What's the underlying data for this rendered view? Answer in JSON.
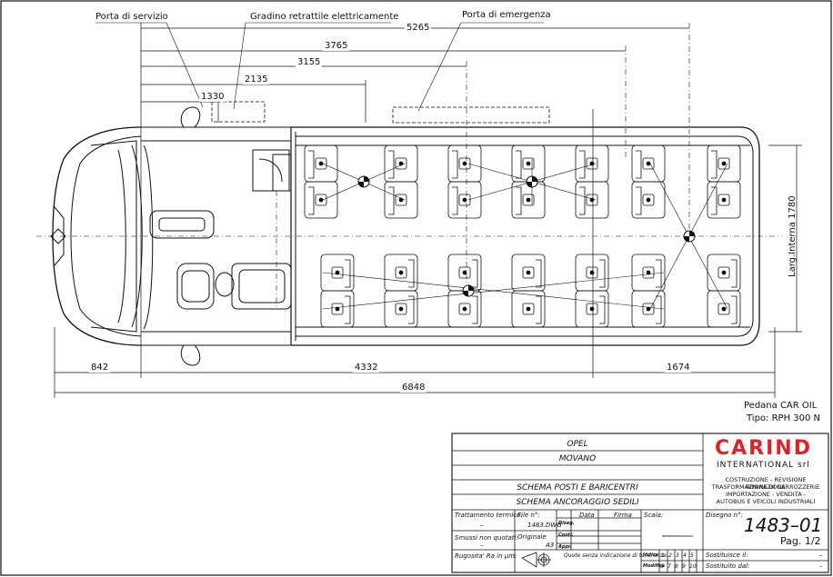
{
  "callouts": {
    "service_door": "Porta di servizio",
    "retractable_step": "Gradino retrattile elettricamente",
    "emergency_door": "Porta di emergenza"
  },
  "dimensions": {
    "d5265": "5265",
    "d3765": "3765",
    "d3155": "3155",
    "d2135": "2135",
    "d1330": "1330",
    "d842": "842",
    "d4332": "4332",
    "d1674": "1674",
    "d6848": "6848",
    "inner_width": "Larg.Interna 1780"
  },
  "ramp_note": {
    "line1": "Pedana CAR OIL",
    "line2": "Tipo: RPH 300 N"
  },
  "title_block": {
    "brand": "OPEL",
    "model": "MOVANO",
    "line1": "SCHEMA POSTI E BARICENTRI",
    "line2": "SCHEMA ANCORAGGIO SEDILI",
    "heat_treatment": "Trattamento termico:",
    "heat_value": "–",
    "file_label": "File n°:",
    "file_value": "1483.DWG",
    "data_label": "Data",
    "firma_label": "Firma",
    "scala_label": "Scala:",
    "scala_value": "– – –",
    "disegno_label": "Disegno n°:",
    "disegno_value": "1483–01",
    "page": "Pag. 1/2",
    "smussi": "Smussi non quotati:",
    "smussi_value": "–",
    "originale": "Originale",
    "a3": "A3",
    "rugosita": "Rugosita' Ra in µm:",
    "quote": "Quote senza indicazione di tolleranza:",
    "diseg": "Diseg.",
    "contr": "Contr.",
    "appr": "Appr.",
    "indice": "Indice",
    "modifica": "Modifica",
    "row1_nums": [
      "1",
      "2",
      "3",
      "4",
      "5"
    ],
    "row2_nums": [
      "6",
      "7",
      "8",
      "9",
      "10"
    ],
    "sostituisce": "Sostituisce il:",
    "sostituito": "Sostituito dal:",
    "dash": "–"
  },
  "company": {
    "logo": "CARIND",
    "sub": "INTERNATIONAL srl",
    "desc1": "COSTRUZIONE - REVISIONE RIPARAZIONE",
    "desc2": "TRASFORMAZIONE DI CARROZZERIE",
    "desc3": "IMPORTAZIONE - VENDITA -",
    "desc4": "AUTOBUS E VEICOLI INDUSTRIALI",
    "logo_color": "#d8242a"
  }
}
